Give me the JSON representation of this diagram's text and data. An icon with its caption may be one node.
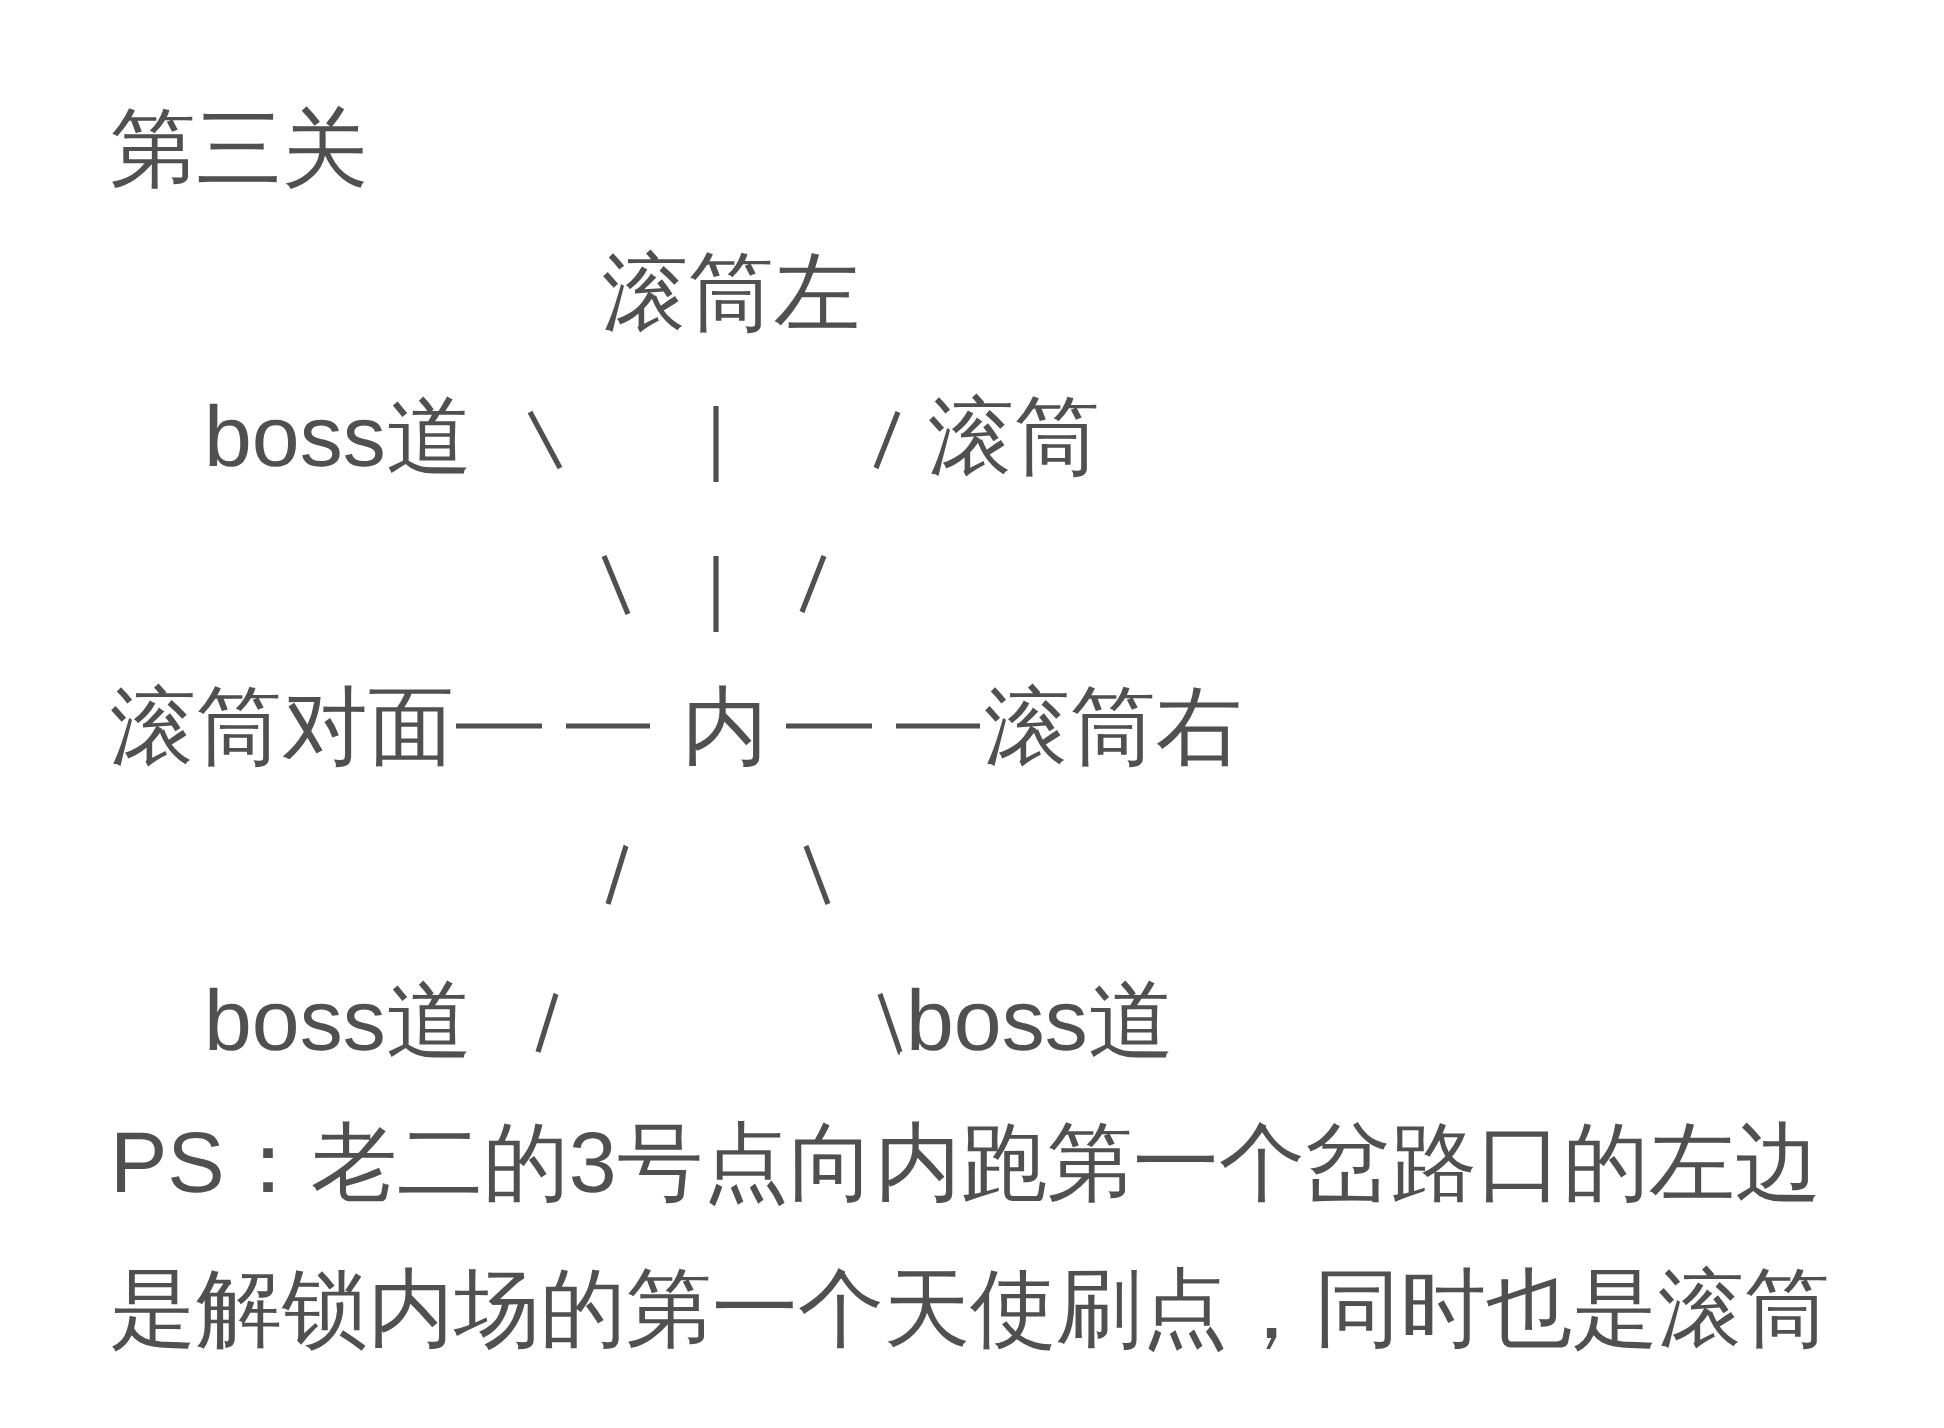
{
  "diagram": {
    "title": "第三关",
    "nodes": [
      {
        "text": [
          "滚筒左"
        ]
      },
      {
        "text": [
          "boss道"
        ]
      },
      {
        "text": [
          "滚筒"
        ]
      },
      {
        "text": [
          "滚筒对面"
        ]
      },
      {
        "text": [
          "内"
        ]
      },
      {
        "text": [
          "滚筒右"
        ]
      },
      {
        "text": [
          "boss道"
        ]
      },
      {
        "text": [
          "boss道"
        ]
      }
    ],
    "edges": [
      {
        "from": 4,
        "to": 0,
        "arrow": "none",
        "style": "dashed"
      },
      {
        "from": 4,
        "to": 1,
        "arrow": "none",
        "style": "dashed"
      },
      {
        "from": 4,
        "to": 2,
        "arrow": "none",
        "style": "dashed"
      },
      {
        "from": 4,
        "to": 3,
        "arrow": "none",
        "style": "dashed"
      },
      {
        "from": 4,
        "to": 5,
        "arrow": "none",
        "style": "dashed"
      },
      {
        "from": 4,
        "to": 6,
        "arrow": "none",
        "style": "dashed"
      },
      {
        "from": 4,
        "to": 7,
        "arrow": "none",
        "style": "dashed"
      }
    ],
    "labels": [
      "PS：老二的3号点向内跑第一个岔路口的左边是解锁内场的第一个天使刷点，同时也是滚筒"
    ]
  }
}
